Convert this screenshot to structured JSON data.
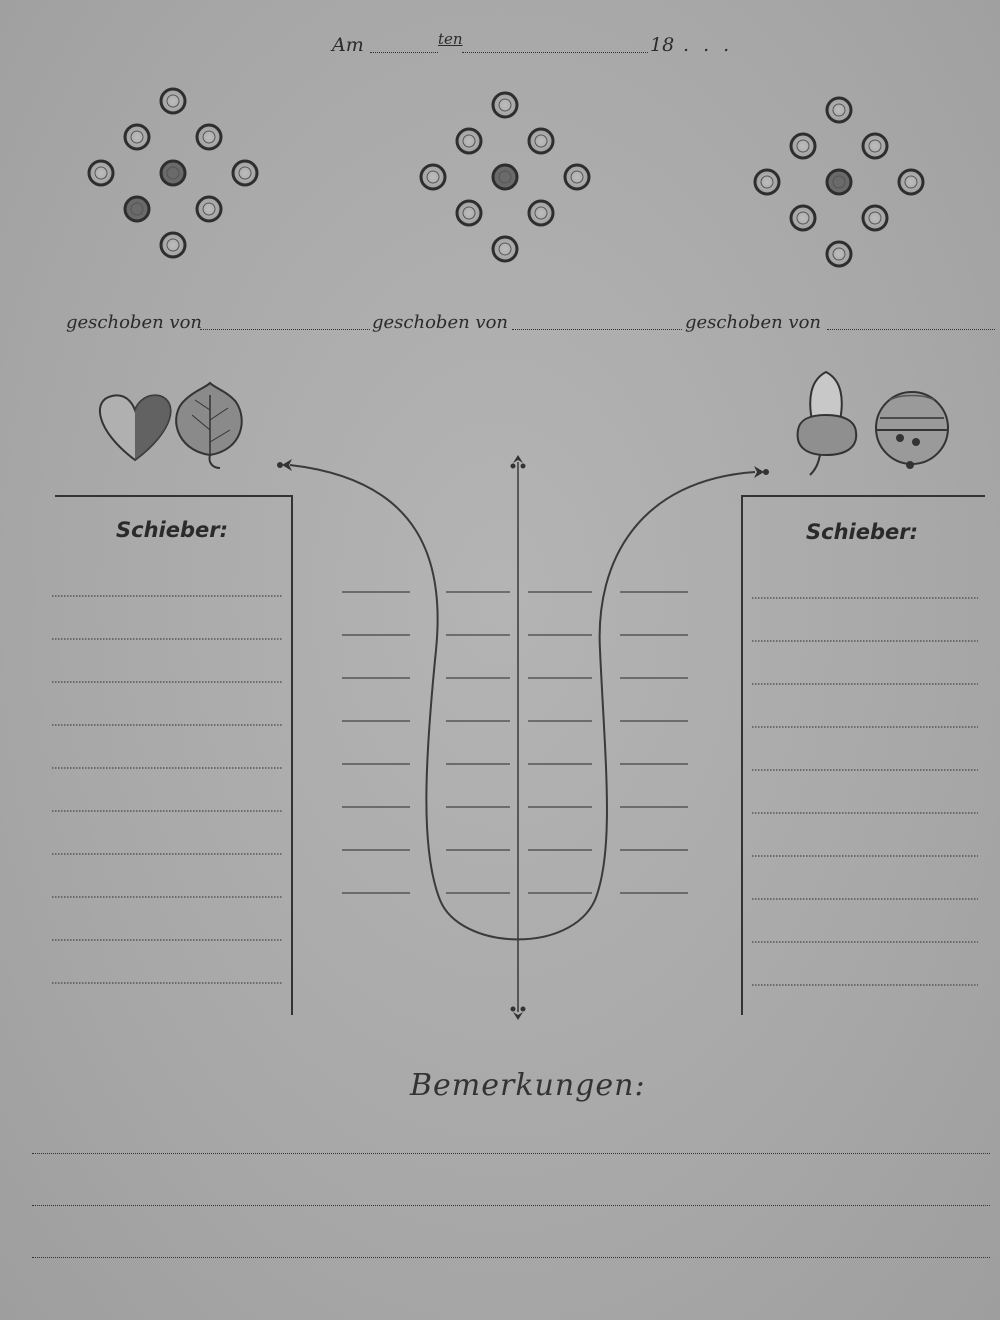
{
  "header": {
    "am_label": "Am",
    "ten_label": "ten",
    "year_label": "18",
    "trailing_dots": ". . ."
  },
  "diamonds": [
    {
      "label": "geschoben von"
    },
    {
      "label": "geschoben von"
    },
    {
      "label": "geschoben von"
    }
  ],
  "schieber": {
    "left_label": "Schieber:",
    "right_label": "Schieber:"
  },
  "suit_icons": {
    "left": [
      "heart-icon",
      "leaf-icon"
    ],
    "right": [
      "acorn-icon",
      "bell-icon"
    ]
  },
  "remarks": {
    "title": "Bemerkungen:"
  }
}
